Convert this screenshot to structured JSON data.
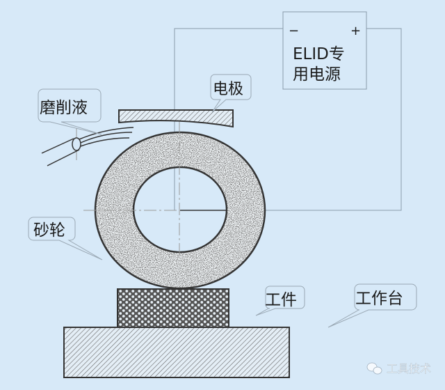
{
  "diagram": {
    "power_supply": {
      "minus": "−",
      "plus": "+",
      "line1": "ELID专",
      "line2": "用电源"
    },
    "labels": {
      "electrode": "电极",
      "grinding_fluid": "磨削液",
      "grinding_wheel": "砂轮",
      "workpiece": "工件",
      "worktable": "工作台"
    },
    "watermark": "工具技术",
    "colors": {
      "background": "#d7e9f8",
      "line": "#222222",
      "wire": "#8a9aaa"
    }
  }
}
